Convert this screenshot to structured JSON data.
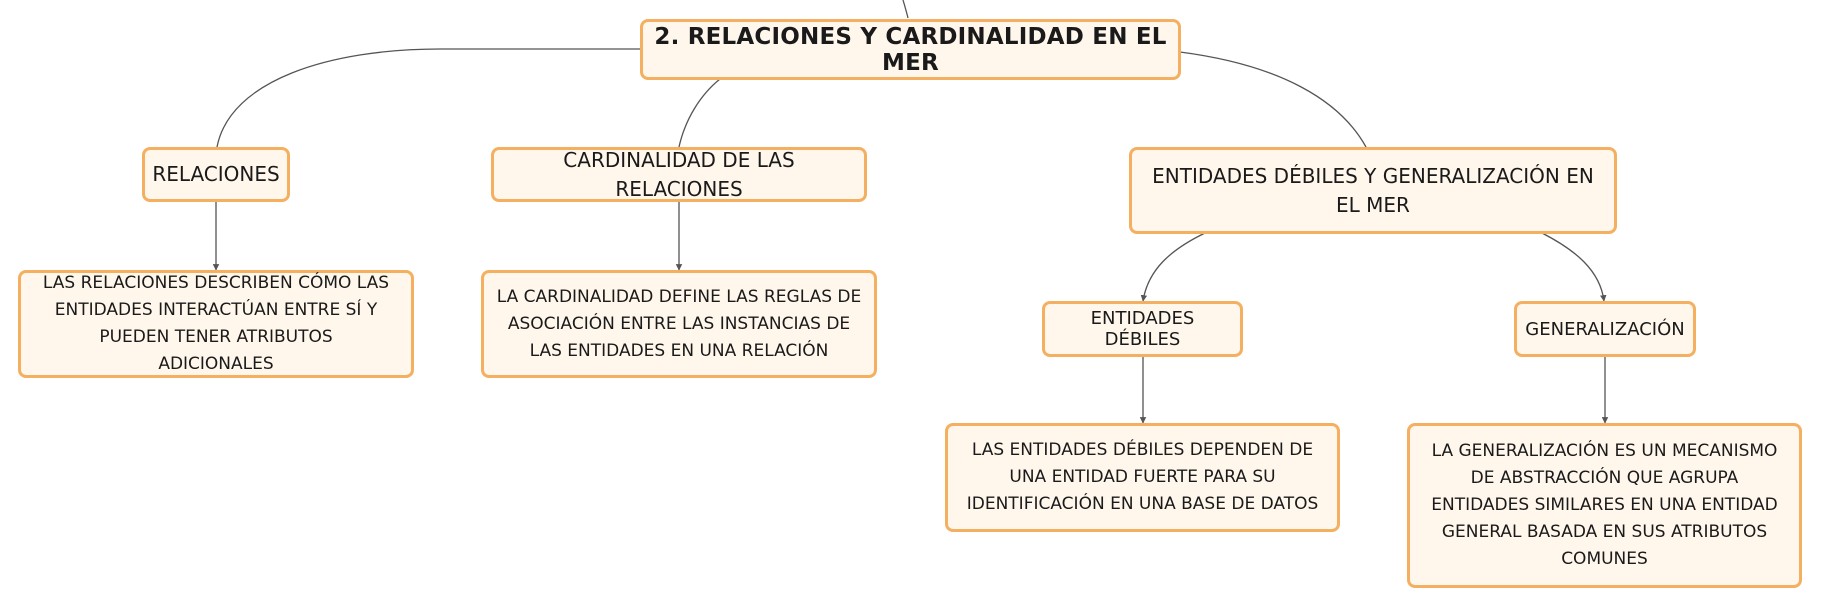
{
  "diagram": {
    "root": "2. RELACIONES Y CARDINALIDAD EN EL MER",
    "relaciones": {
      "label": "RELACIONES",
      "description": "LAS RELACIONES DESCRIBEN CÓMO LAS ENTIDADES INTERACTÚAN ENTRE SÍ Y PUEDEN TENER ATRIBUTOS ADICIONALES"
    },
    "cardinalidad": {
      "label": "CARDINALIDAD DE LAS RELACIONES",
      "description": "LA CARDINALIDAD DEFINE LAS REGLAS DE ASOCIACIÓN ENTRE LAS INSTANCIAS DE LAS ENTIDADES EN UNA RELACIÓN"
    },
    "entidades_debiles_generalizacion": {
      "label": "ENTIDADES DÉBILES Y GENERALIZACIÓN EN EL MER",
      "entidades_debiles": {
        "label": "ENTIDADES DÉBILES",
        "description": "LAS ENTIDADES DÉBILES DEPENDEN DE UNA ENTIDAD FUERTE PARA SU IDENTIFICACIÓN EN UNA BASE DE DATOS"
      },
      "generalizacion": {
        "label": "GENERALIZACIÓN",
        "description": "LA GENERALIZACIÓN ES UN MECANISMO DE ABSTRACCIÓN QUE AGRUPA ENTIDADES SIMILARES EN UNA ENTIDAD GENERAL BASADA EN SUS ATRIBUTOS COMUNES"
      }
    }
  },
  "colors": {
    "node_fill": "#fff6ec",
    "node_border": "#f4b060",
    "connector": "#555555"
  }
}
